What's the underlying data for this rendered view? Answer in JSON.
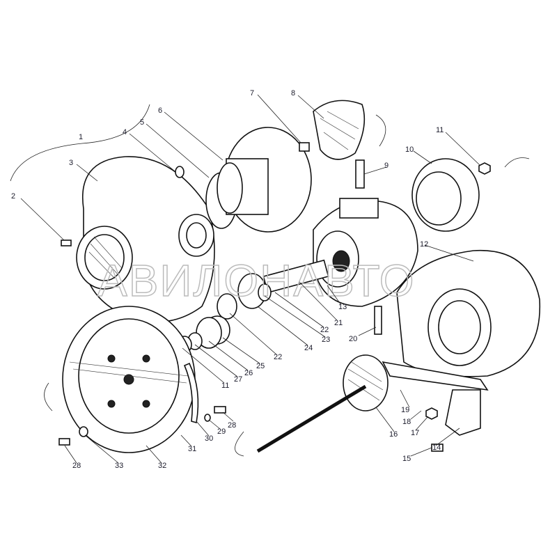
{
  "watermark": "АВИЛОНАВТО",
  "callouts": [
    {
      "id": "c1",
      "text": "1"
    },
    {
      "id": "c2",
      "text": "2"
    },
    {
      "id": "c3",
      "text": "3"
    },
    {
      "id": "c4",
      "text": "4"
    },
    {
      "id": "c5",
      "text": "5"
    },
    {
      "id": "c6",
      "text": "6"
    },
    {
      "id": "c7",
      "text": "7"
    },
    {
      "id": "c8",
      "text": "8"
    },
    {
      "id": "c9",
      "text": "9"
    },
    {
      "id": "c10",
      "text": "10"
    },
    {
      "id": "c11a",
      "text": "11"
    },
    {
      "id": "c12",
      "text": "12"
    },
    {
      "id": "c13",
      "text": "13"
    },
    {
      "id": "c14",
      "text": "14"
    },
    {
      "id": "c15",
      "text": "15"
    },
    {
      "id": "c16",
      "text": "16"
    },
    {
      "id": "c17",
      "text": "17"
    },
    {
      "id": "c18",
      "text": "18"
    },
    {
      "id": "c19",
      "text": "19"
    },
    {
      "id": "c20",
      "text": "20"
    },
    {
      "id": "c21",
      "text": "21"
    },
    {
      "id": "c22a",
      "text": "22"
    },
    {
      "id": "c23",
      "text": "23"
    },
    {
      "id": "c24",
      "text": "24"
    },
    {
      "id": "c22b",
      "text": "22"
    },
    {
      "id": "c25",
      "text": "25"
    },
    {
      "id": "c26",
      "text": "26"
    },
    {
      "id": "c27",
      "text": "27"
    },
    {
      "id": "c11b",
      "text": "11"
    },
    {
      "id": "c28a",
      "text": "28"
    },
    {
      "id": "c29",
      "text": "29"
    },
    {
      "id": "c30",
      "text": "30"
    },
    {
      "id": "c31",
      "text": "31"
    },
    {
      "id": "c32",
      "text": "32"
    },
    {
      "id": "c33",
      "text": "33"
    },
    {
      "id": "c28b",
      "text": "28"
    }
  ]
}
